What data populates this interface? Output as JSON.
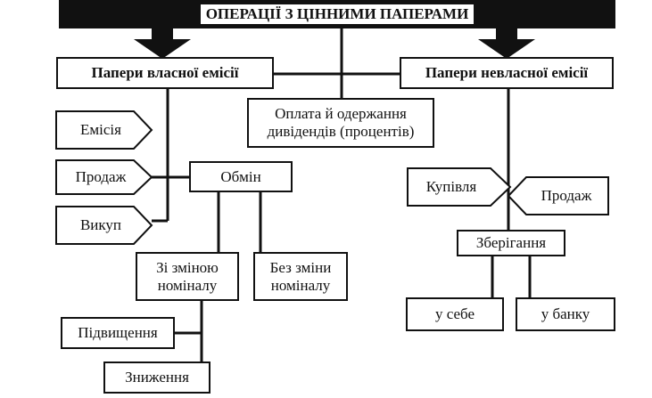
{
  "diagram": {
    "title": "ОПЕРАЦІЇ З ЦІННИМИ ПАПЕРАМИ",
    "own_issue": "Папери власної емісії",
    "other_issue": "Папери невласної емісії",
    "dividends": "Оплата й одержання\nдивідендів (процентів)",
    "emission": "Емісія",
    "sale_own": "Продаж",
    "buyback": "Викуп",
    "exchange": "Обмін",
    "with_nominal_change": "Зі зміною\nноміналу",
    "without_nominal_change": "Без зміни\nноміналу",
    "increase": "Підвищення",
    "decrease": "Зниження",
    "purchase": "Купівля",
    "sale_other": "Продаж",
    "storage": "Зберігання",
    "self_storage": "у себе",
    "bank_storage": "у банку"
  }
}
